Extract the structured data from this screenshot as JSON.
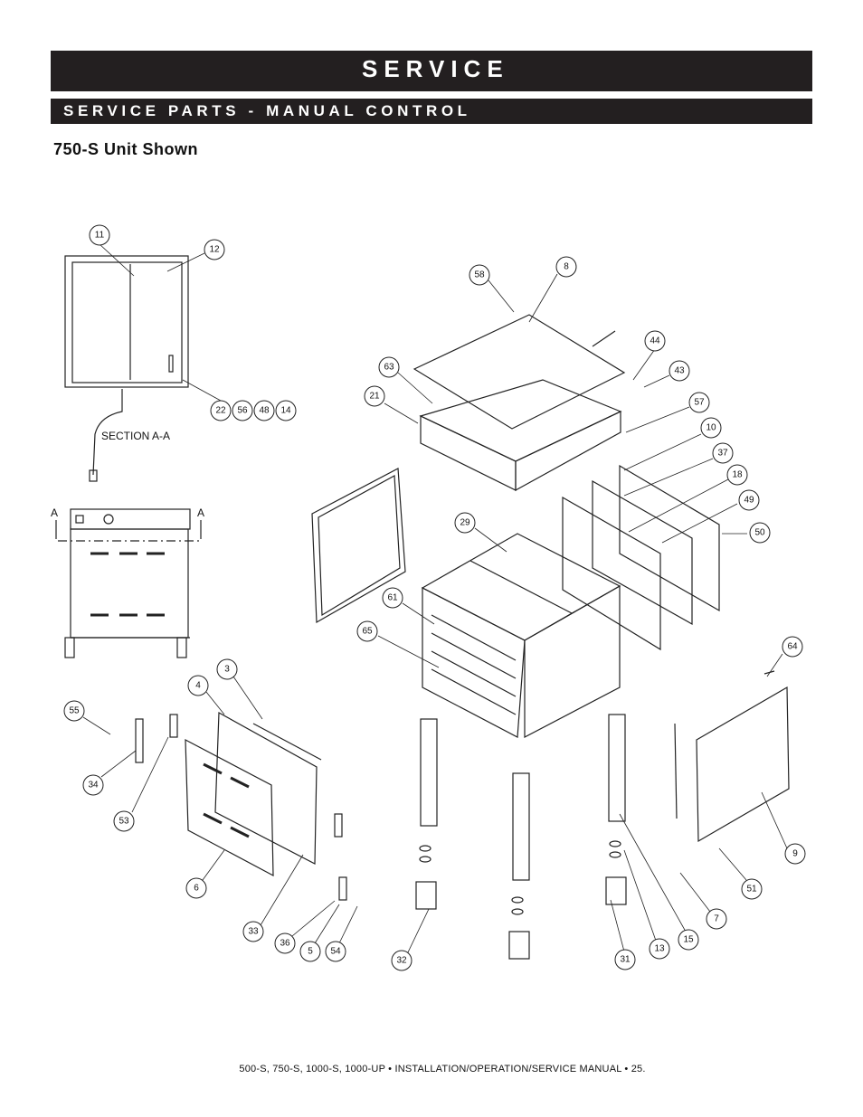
{
  "header": {
    "title": "SERVICE",
    "subtitle": "SERVICE PARTS - MANUAL CONTROL"
  },
  "unit_title": "750-S Unit Shown",
  "section_label": "SECTION A-A",
  "section_marker": "A",
  "footer": "500-S, 750-S, 1000-S, 1000-UP • INSTALLATION/OPERATION/SERVICE MANUAL • 25.",
  "callouts": [
    "11",
    "12",
    "22",
    "56",
    "48",
    "14",
    "58",
    "8",
    "44",
    "43",
    "63",
    "21",
    "57",
    "10",
    "37",
    "18",
    "49",
    "50",
    "29",
    "61",
    "65",
    "64",
    "3",
    "4",
    "55",
    "34",
    "53",
    "6",
    "33",
    "36",
    "5",
    "54",
    "32",
    "31",
    "13",
    "15",
    "7",
    "51",
    "9"
  ]
}
